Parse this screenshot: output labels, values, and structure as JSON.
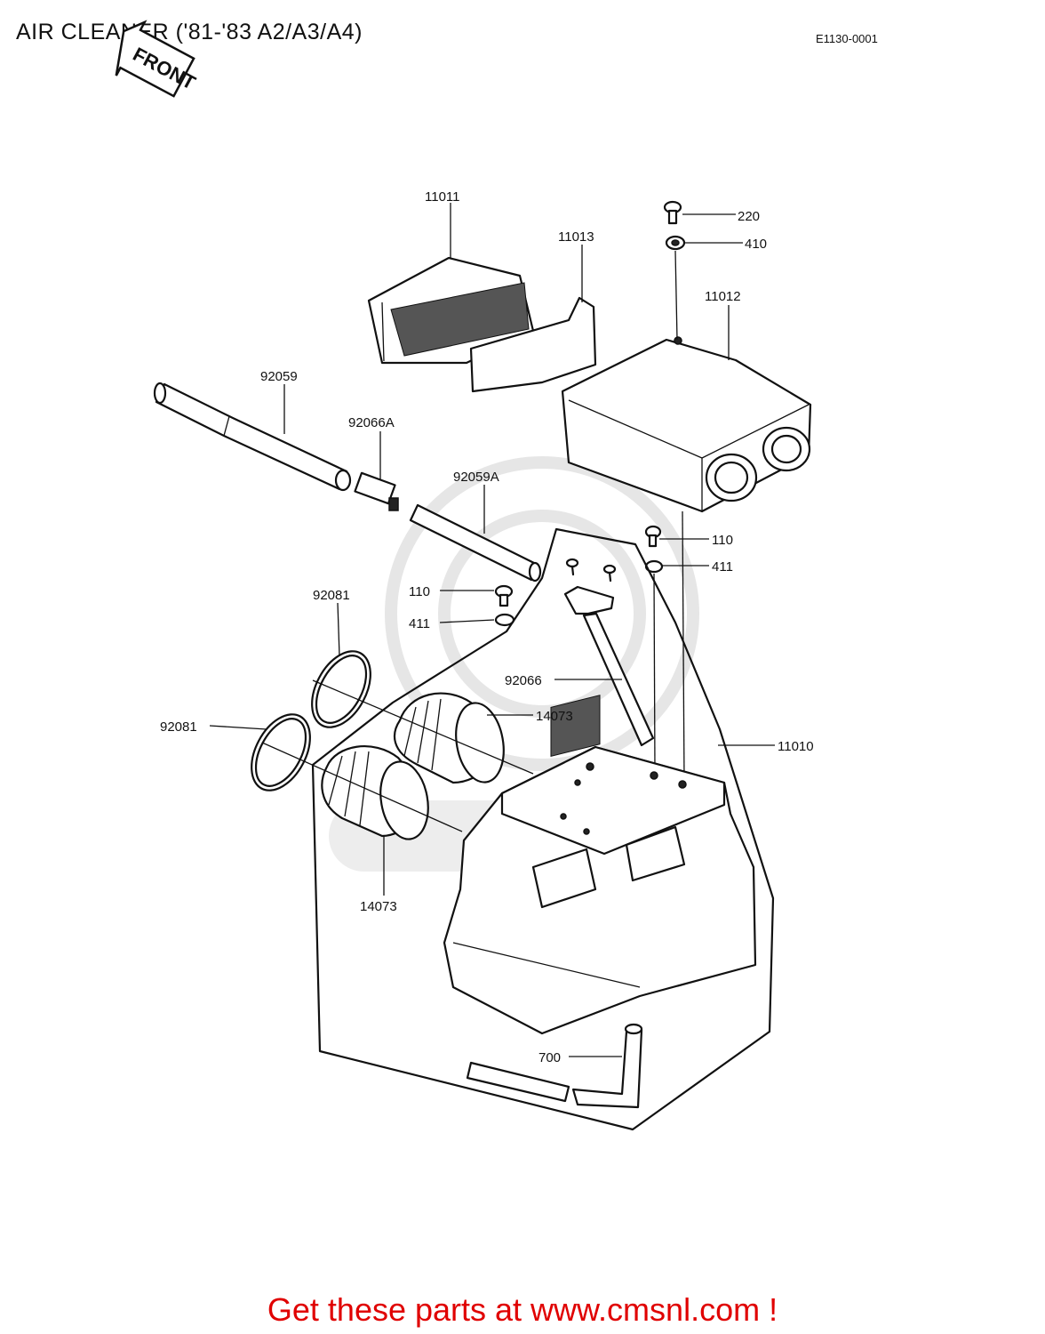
{
  "header": {
    "title": "AIR CLEANER ('81-'83 A2/A3/A4)",
    "ref_code": "E1130-0001",
    "front_marker": "FRONT"
  },
  "callouts": {
    "p11011": "11011",
    "p11013": "11013",
    "p220": "220",
    "p410": "410",
    "p11012": "11012",
    "p92059": "92059",
    "p92066A": "92066A",
    "p92059A": "92059A",
    "p110_right": "110",
    "p411_right": "411",
    "p92081_top": "92081",
    "p110_left": "110",
    "p411_left": "411",
    "p92066": "92066",
    "p92081_left": "92081",
    "p14073_right": "14073",
    "p11010": "11010",
    "p14073_bottom": "14073",
    "p700": "700"
  },
  "footer": {
    "link_text": "Get these parts at www.cmsnl.com !"
  },
  "colors": {
    "footer_text": "#e00000",
    "line_art": "#111111",
    "watermark": "#e6e6e6"
  }
}
